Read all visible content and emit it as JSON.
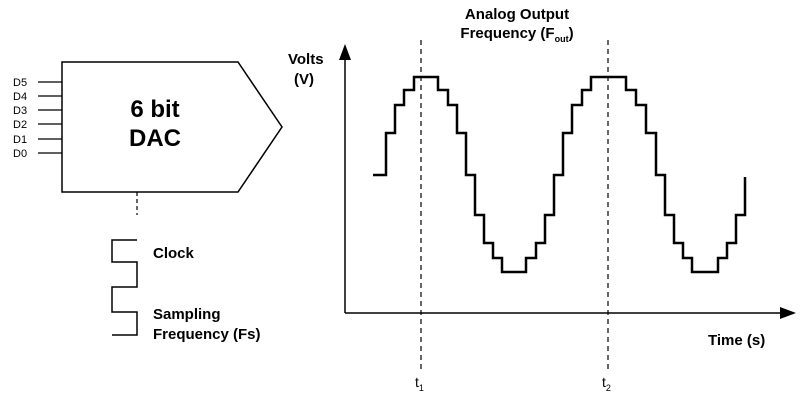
{
  "dac": {
    "title_line1": "6 bit",
    "title_line2": "DAC",
    "inputs": [
      "D5",
      "D4",
      "D3",
      "D2",
      "D1",
      "D0"
    ]
  },
  "clock": {
    "label": "Clock",
    "sampling_line1": "Sampling",
    "sampling_line2": "Frequency (Fs)"
  },
  "plot": {
    "title_line1": "Analog Output",
    "title_line2_main": "Frequency (F",
    "title_line2_sub": "out",
    "title_line2_end": ")",
    "y_label_line1": "Volts",
    "y_label_line2": "(V)",
    "x_label": "Time (s)",
    "t1_main": "t",
    "t1_sub": "1",
    "t2_main": "t",
    "t2_sub": "2"
  }
}
